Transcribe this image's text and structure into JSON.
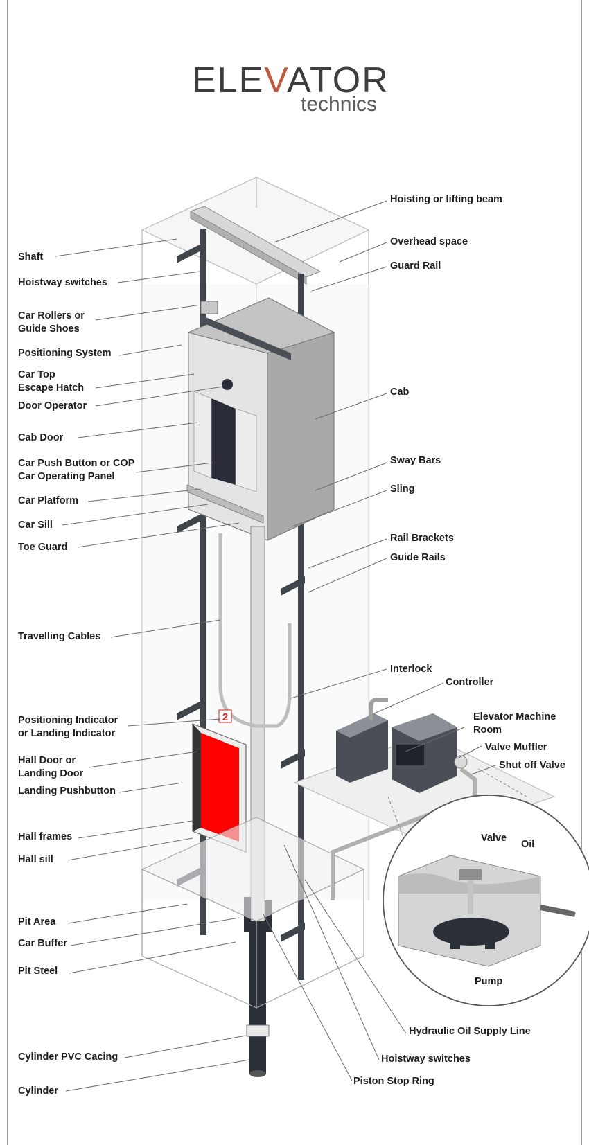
{
  "brand": {
    "name_part1": "ELE",
    "name_accent": "V",
    "name_part2": "ATOR",
    "tagline": "technics"
  },
  "colors": {
    "accent": "#c15a3e",
    "hall_door": "#ff0000",
    "rail": "#3f454b",
    "floor_number": "#d9251c"
  },
  "floor_indicator": "2",
  "labels_left": {
    "shaft": "Shaft",
    "hoistway_switches_top": "Hoistway switches",
    "car_rollers_1": "Car Rollers or",
    "car_rollers_2": "Guide Shoes",
    "positioning_system": "Positioning System",
    "car_top_1": "Car Top",
    "car_top_2": "Escape Hatch",
    "door_operator": "Door Operator",
    "cab_door": "Cab Door",
    "cop_1": "Car Push Button or COP",
    "cop_2": "Car Operating Panel",
    "car_platform": "Car Platform",
    "car_sill": "Car Sill",
    "toe_guard": "Toe Guard",
    "travelling_cables": "Travelling Cables",
    "positioning_indicator_1": "Positioning Indicator",
    "positioning_indicator_2": "or Landing Indicator",
    "hall_door_1": "Hall Door or",
    "hall_door_2": "Landing Door",
    "landing_pushbutton": "Landing Pushbutton",
    "hall_frames": "Hall frames",
    "hall_sill": "Hall sill",
    "pit_area": "Pit Area",
    "car_buffer": "Car Buffer",
    "pit_steel": "Pit Steel",
    "cylinder_pvc": "Cylinder PVC Cacing",
    "cylinder": "Cylinder"
  },
  "labels_right": {
    "hoisting_beam": "Hoisting or lifting beam",
    "overhead_space": "Overhead space",
    "guard_rail": "Guard Rail",
    "cab": "Cab",
    "sway_bars": "Sway Bars",
    "sling": "Sling",
    "rail_brackets": "Rail Brackets",
    "guide_rails": "Guide Rails",
    "interlock": "Interlock",
    "controller": "Controller",
    "machine_room_1": "Elevator Machine",
    "machine_room_2": "Room",
    "valve_muffler": "Valve Muffler",
    "shut_off_valve": "Shut off Valve",
    "valve": "Valve",
    "oil": "Oil",
    "pump": "Pump",
    "hydraulic_line": "Hydraulic Oil Supply Line",
    "hoistway_switches_bottom": "Hoistway switches",
    "piston_stop_ring": "Piston Stop Ring"
  }
}
